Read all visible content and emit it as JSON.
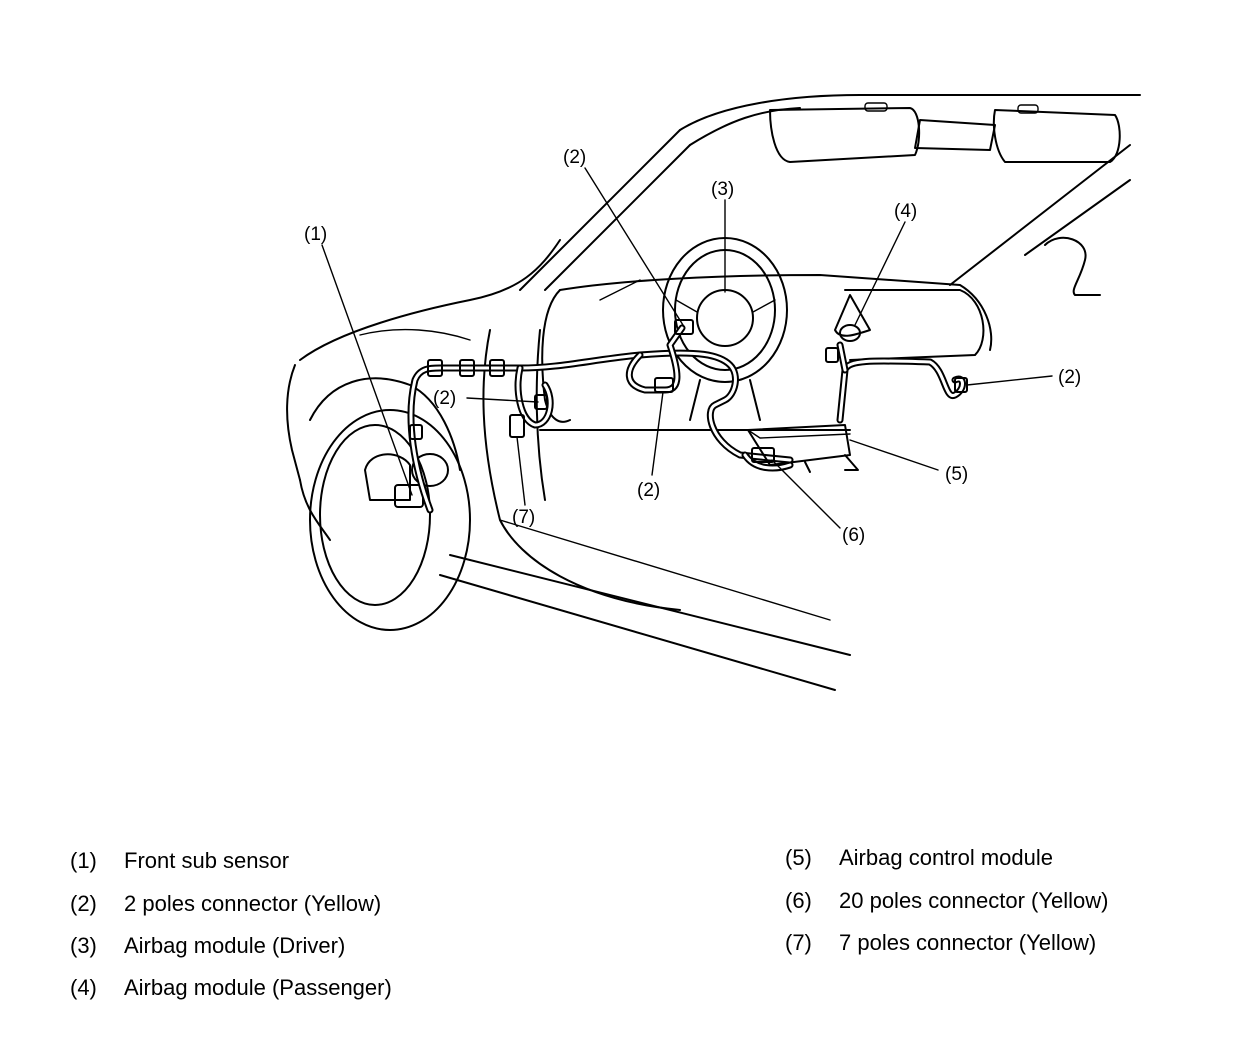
{
  "callouts": {
    "c1": "(1)",
    "c2a": "(2)",
    "c2b": "(2)",
    "c2c": "(2)",
    "c2d": "(2)",
    "c3": "(3)",
    "c4": "(4)",
    "c5": "(5)",
    "c6": "(6)",
    "c7": "(7)"
  },
  "legend": {
    "left": [
      {
        "num": "(1)",
        "text": "Front sub sensor"
      },
      {
        "num": "(2)",
        "text": "2 poles connector (Yellow)"
      },
      {
        "num": "(3)",
        "text": "Airbag module (Driver)"
      },
      {
        "num": "(4)",
        "text": "Airbag module (Passenger)"
      }
    ],
    "right": [
      {
        "num": "(5)",
        "text": "Airbag control module"
      },
      {
        "num": "(6)",
        "text": "20 poles connector (Yellow)"
      },
      {
        "num": "(7)",
        "text": "7 poles connector (Yellow)"
      }
    ]
  },
  "colors": {
    "ink": "#000000",
    "paper": "#ffffff"
  }
}
